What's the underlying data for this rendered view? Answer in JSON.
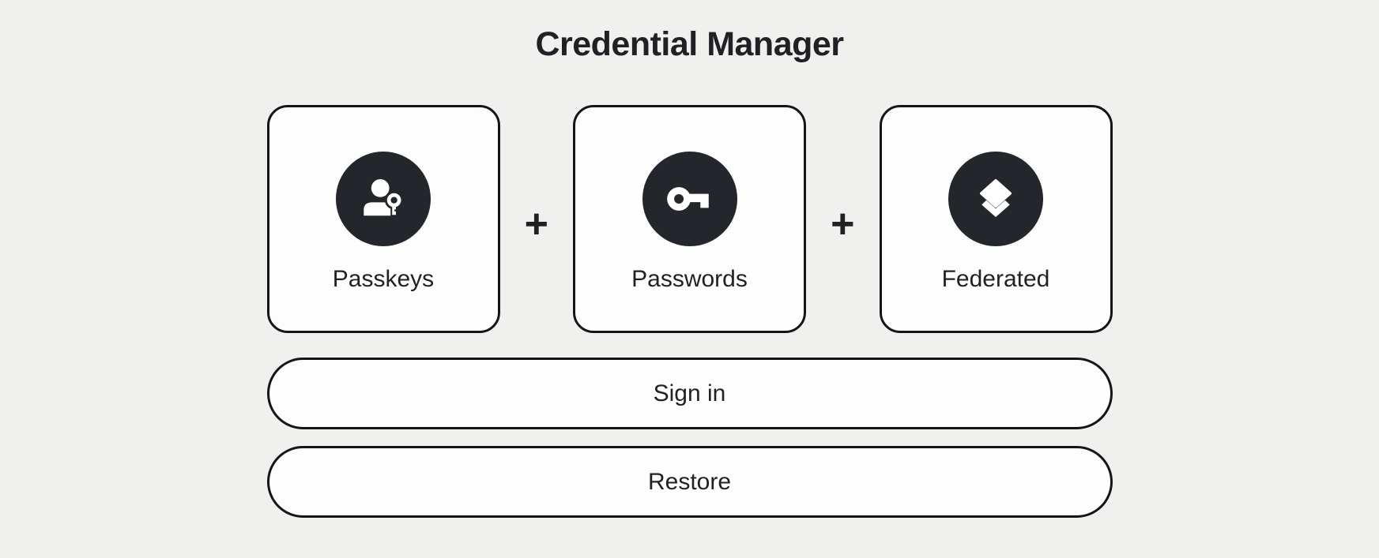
{
  "title": "Credential Manager",
  "cards": [
    {
      "label": "Passkeys",
      "icon": "passkey-icon"
    },
    {
      "label": "Passwords",
      "icon": "key-icon"
    },
    {
      "label": "Federated",
      "icon": "federated-layers-icon"
    }
  ],
  "separator_symbol": "+",
  "buttons": {
    "sign_in": "Sign in",
    "restore": "Restore"
  },
  "colors": {
    "background": "#f0f0ef",
    "card_background": "#fdfdfd",
    "border": "#141519",
    "icon_circle": "#23262b",
    "text": "#1f2125"
  }
}
